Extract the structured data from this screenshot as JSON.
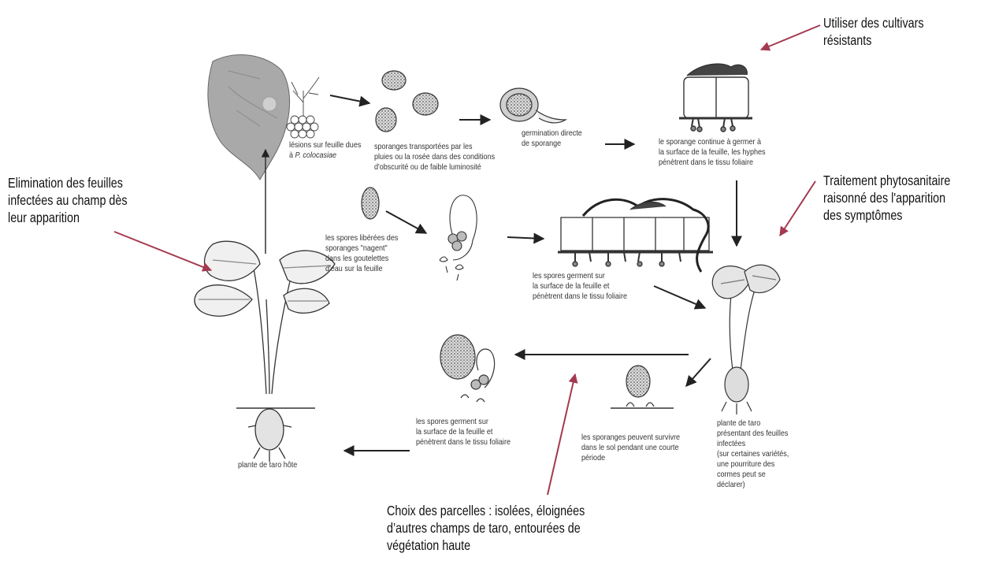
{
  "controls": {
    "elimination": [
      "Elimination des feuilles",
      "infectées au champ dès",
      "leur apparition"
    ],
    "cultivars": [
      "Utiliser des cultivars",
      "résistants"
    ],
    "traitement": [
      "Traitement phytosanitaire",
      "raisonné des l'apparition",
      "des symptômes"
    ],
    "parcelles": [
      "Choix des parcelles : isolées, éloignées",
      "d’autres champs de taro, entourées de",
      "végétation haute"
    ]
  },
  "stages": {
    "lesions": {
      "line1": "lésions sur feuille dues",
      "prefix": "à ",
      "italic": "P. colocasiae"
    },
    "sporanges_transport": [
      "sporanges transportées par les",
      "pluies ou la rosée dans des conditions",
      "d'obscurité ou de faible luminosité"
    ],
    "germination": [
      "germination directe",
      "de sporange"
    ],
    "sporange_continue": [
      "le sporange continue à germer à",
      "la surface de la feuille, les hyphes",
      "pénètrent dans le tissu foliaire"
    ],
    "spores_liberees": [
      "les spores libérées des",
      "sporanges \"nagent\"",
      "dans les goutelettes",
      "d'eau sur la feuille"
    ],
    "spores_germent_1": [
      "les spores germent sur",
      "la surface de la feuille et",
      "pénètrent dans le tissu foliaire"
    ],
    "spores_germent_2": [
      "les spores germent sur",
      "la surface de la feuille et",
      "pénètrent dans le tissu foliaire"
    ],
    "sporanges_survivre": [
      "les sporanges peuvent survivre",
      "dans le sol pendant une courte",
      "période"
    ],
    "plante_infectee": [
      "plante de taro",
      "présentant des feuilles",
      "infectées",
      "(sur certaines variétés,",
      "une pourriture des",
      "cormes peut se",
      "déclarer)"
    ],
    "plante_hote": "plante de taro hôte"
  },
  "colors": {
    "control_arrow": "#a33a50",
    "cycle_arrow": "#222222",
    "ink": "#333333"
  }
}
